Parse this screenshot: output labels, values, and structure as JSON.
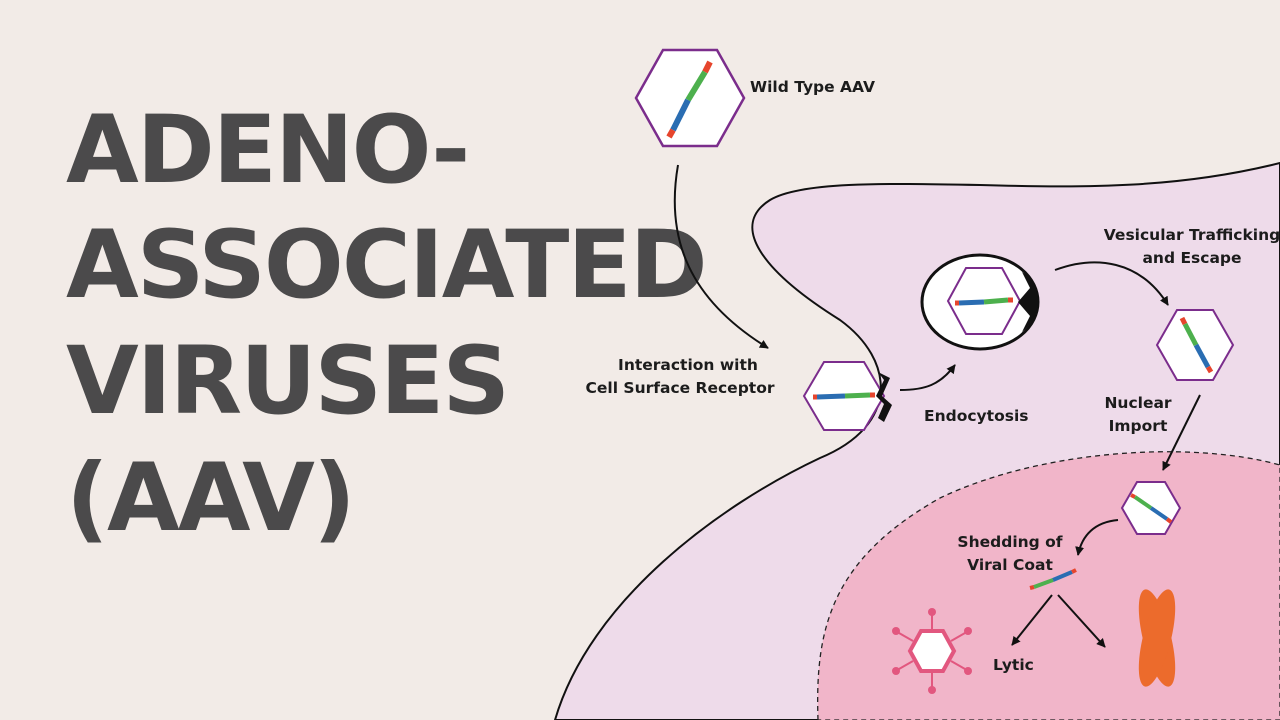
{
  "title": {
    "lines": [
      "ADENO-",
      "ASSOCIATED",
      "VIRUSES",
      "(AAV)"
    ]
  },
  "labels": {
    "wild_type": "Wild Type AAV",
    "interaction": [
      "Interaction with",
      "Cell Surface Receptor"
    ],
    "endocytosis": "Endocytosis",
    "vesicular": [
      "Vesicular Trafficking",
      "and Escape"
    ],
    "nuclear": [
      "Nuclear",
      "Import"
    ],
    "shedding": [
      "Shedding of",
      "Viral Coat"
    ],
    "lytic": "Lytic"
  },
  "colors": {
    "background": "#f2ebe7",
    "cell": "#eedbea",
    "nucleus": "#f1b5c9",
    "capsid_outline": "#7b2d8c",
    "dna_blue": "#2a6db2",
    "dna_green": "#4db04d",
    "dna_red": "#e6452d",
    "chromosome": "#ec6b2c",
    "lytic_virus": "#e2577f",
    "title_text": "#4b4a4b"
  }
}
